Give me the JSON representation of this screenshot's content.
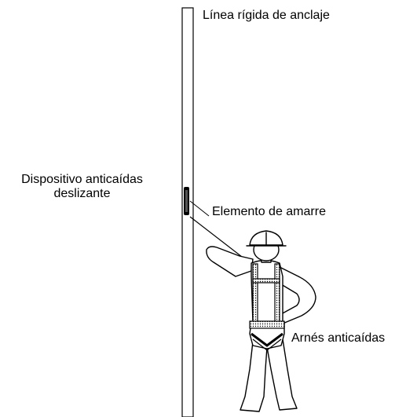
{
  "labels": {
    "anchor_line": "Línea rígida de anclaje",
    "sliding_device_line1": "Dispositivo anticaídas",
    "sliding_device_line2": "deslizante",
    "lanyard": "Elemento de amarre",
    "harness": "Arnés anticaídas"
  },
  "colors": {
    "stroke": "#000000",
    "fill": "#ffffff",
    "belt_pattern": "#000000"
  }
}
